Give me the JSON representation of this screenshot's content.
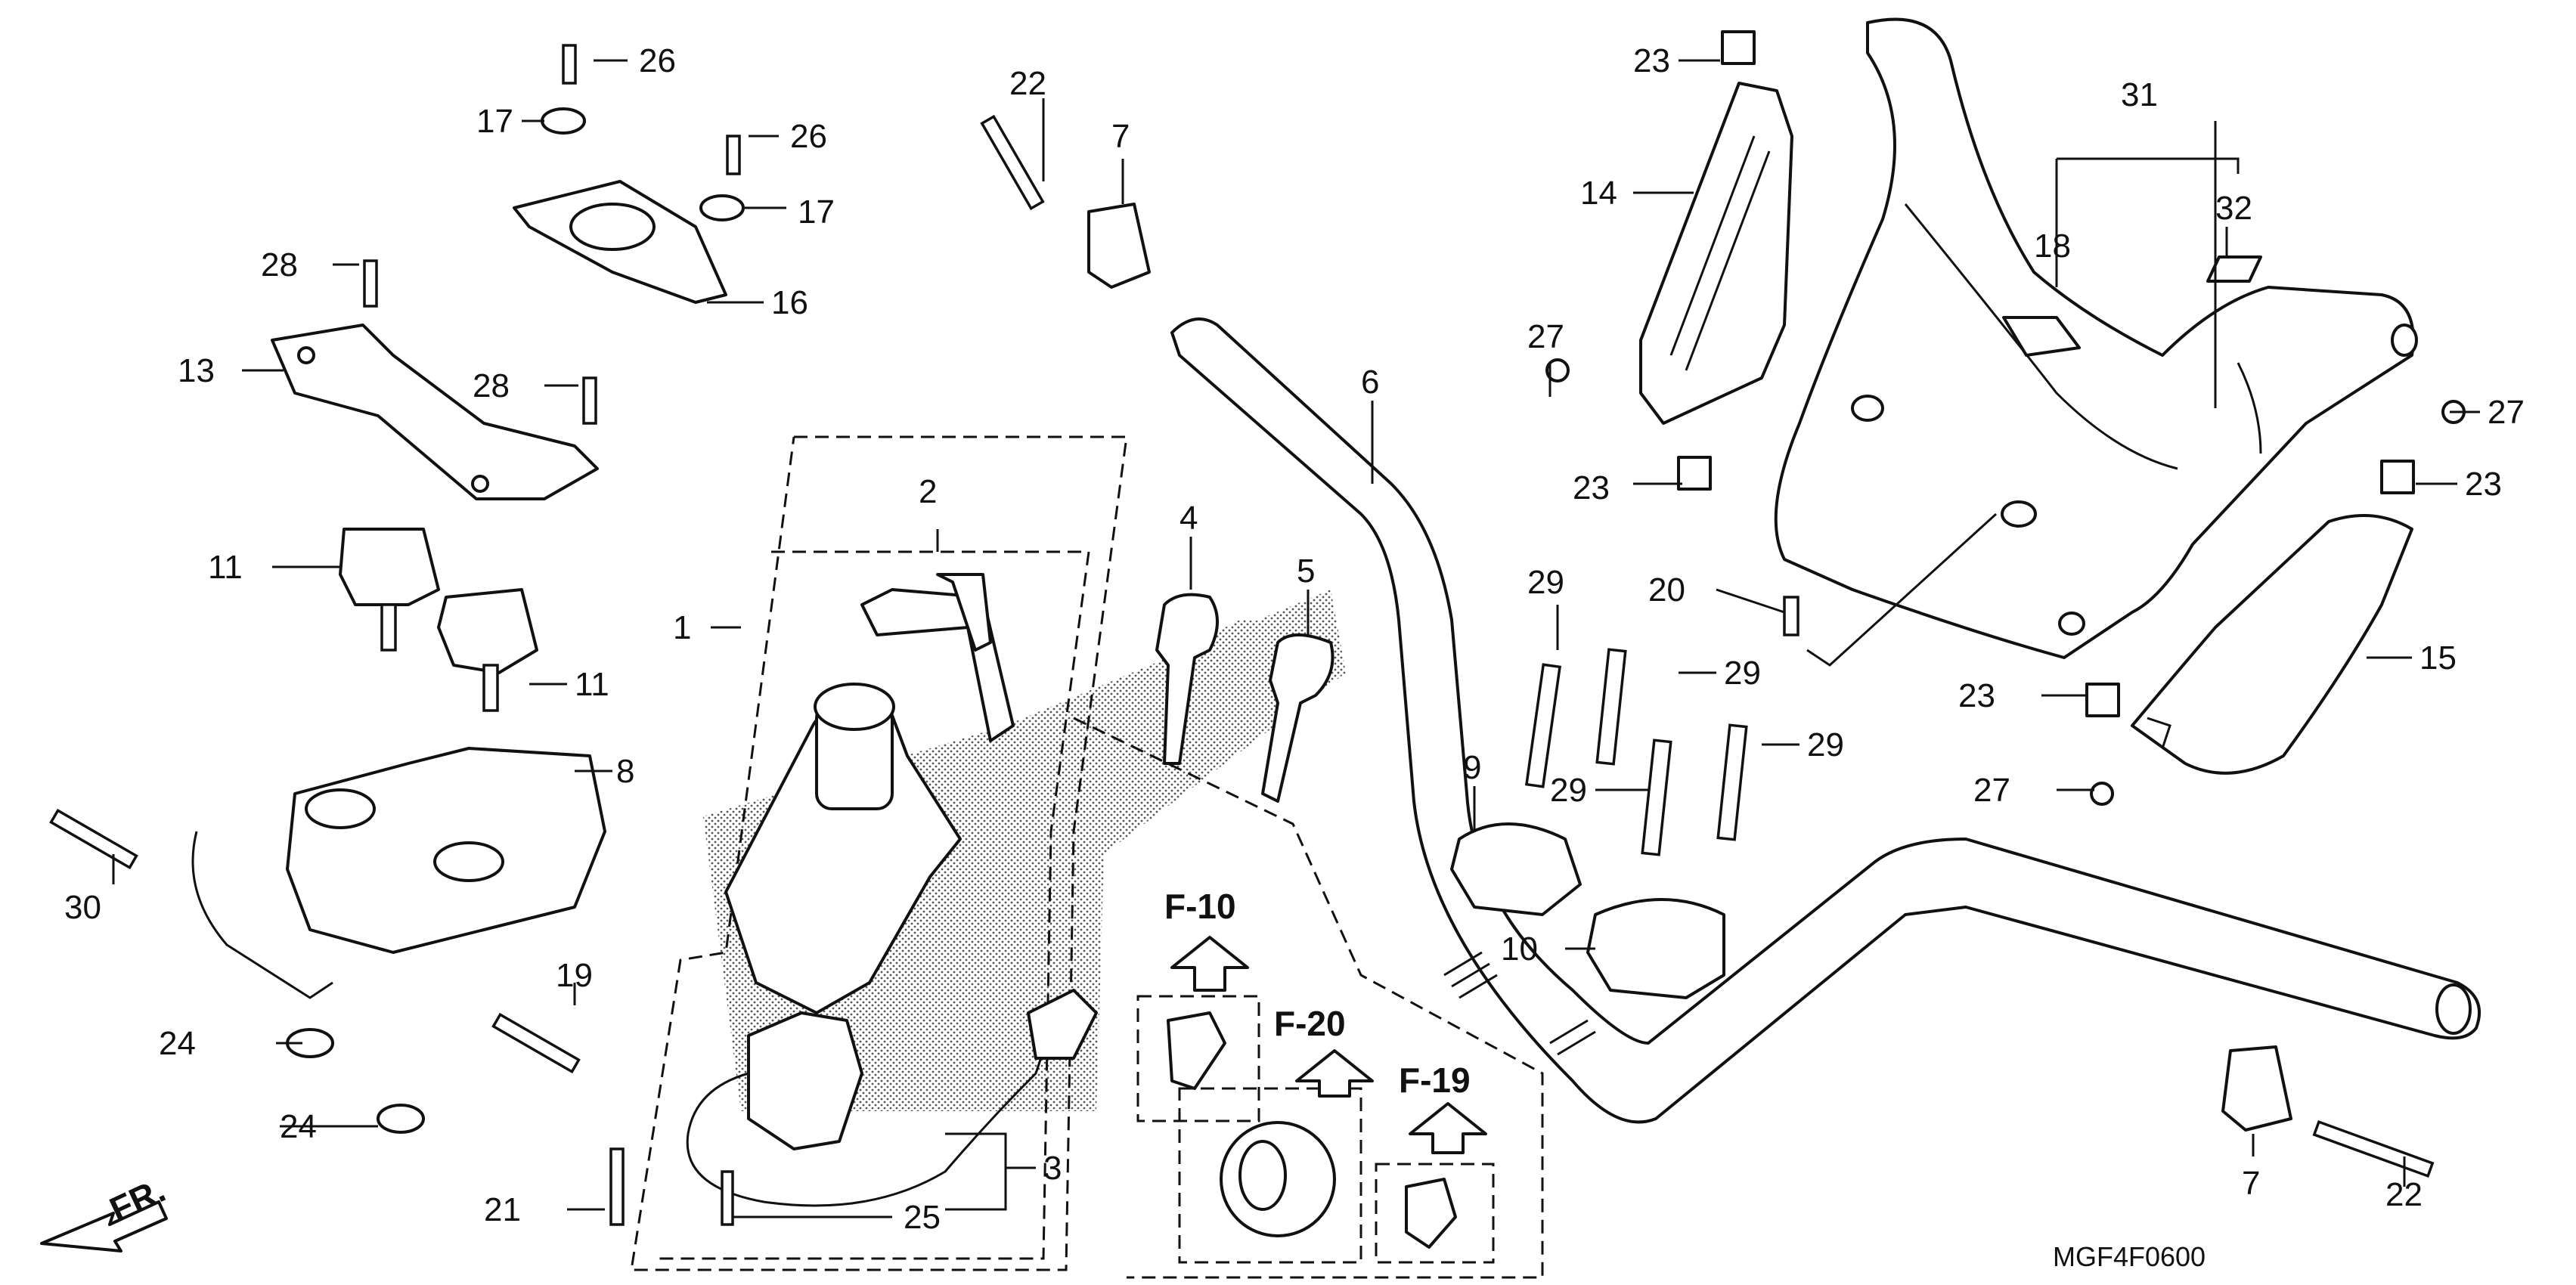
{
  "diagram_code": "MGF4F0600",
  "direction": "FR.",
  "refs": {
    "f10": "F-10",
    "f20": "F-20",
    "f19": "F-19"
  },
  "callouts": {
    "c1": "1",
    "c2": "2",
    "c3": "3",
    "c4": "4",
    "c5": "5",
    "c6": "6",
    "c7a": "7",
    "c7b": "7",
    "c8": "8",
    "c9": "9",
    "c10": "10",
    "c11a": "11",
    "c11b": "11",
    "c13": "13",
    "c14": "14",
    "c15": "15",
    "c16": "16",
    "c17a": "17",
    "c17b": "17",
    "c18": "18",
    "c19": "19",
    "c20": "20",
    "c21": "21",
    "c22a": "22",
    "c22b": "22",
    "c23a": "23",
    "c23b": "23",
    "c23c": "23",
    "c23d": "23",
    "c24a": "24",
    "c24b": "24",
    "c25": "25",
    "c26a": "26",
    "c26b": "26",
    "c27a": "27",
    "c27b": "27",
    "c27c": "27",
    "c28a": "28",
    "c28b": "28",
    "c29a": "29",
    "c29b": "29",
    "c29c": "29",
    "c29d": "29",
    "c30": "30",
    "c31": "31",
    "c32": "32"
  }
}
